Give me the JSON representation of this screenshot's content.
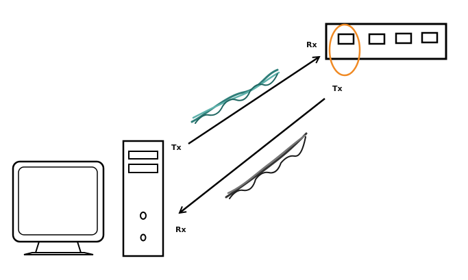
{
  "labels": {
    "switch_rx": "Rx",
    "switch_tx": "Tx",
    "pc_tx": "Tx",
    "pc_rx": "Rx"
  },
  "colors": {
    "outline": "#000000",
    "highlight": "#f08a24",
    "cable_tx": "#3a8f8a",
    "cable_rx": "#3a3a3a"
  },
  "icons": {
    "monitor": "monitor-icon",
    "tower": "pc-tower-icon",
    "switch": "network-switch-icon",
    "cable_tx": "twisted-pair-cable-icon",
    "cable_rx": "twisted-pair-cable-icon"
  }
}
